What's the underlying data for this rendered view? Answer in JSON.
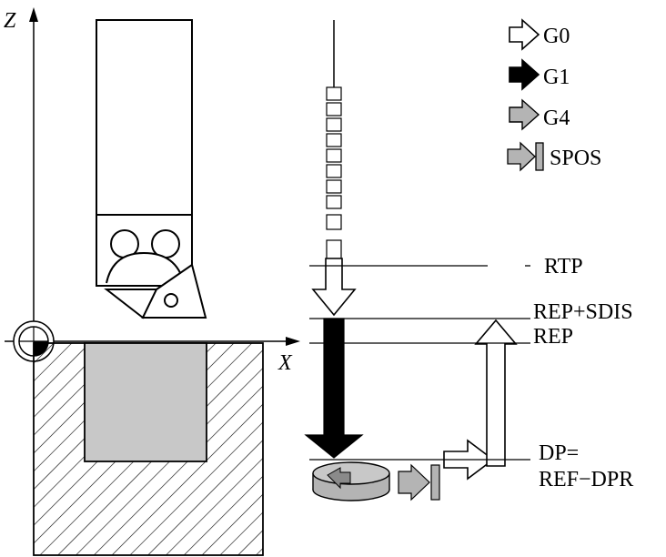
{
  "axes": {
    "z_label": "Z",
    "x_label": "X"
  },
  "legend": [
    {
      "label": "G0",
      "icon": "hollow-arrow-icon"
    },
    {
      "label": "G1",
      "icon": "solid-black-arrow-icon"
    },
    {
      "label": "G4",
      "icon": "gray-arrow-icon"
    },
    {
      "label": "SPOS",
      "icon": "spindle-position-icon"
    }
  ],
  "levels": {
    "rtp": "RTP",
    "rep_sdis": "REP+SDIS",
    "rep": "REP",
    "dp_line1": "DP=",
    "dp_line2": "REF−DPR"
  },
  "colors": {
    "line": "#000000",
    "g0_fill": "#ffffff",
    "g1_fill": "#000000",
    "g4_fill": "#b4b4b4",
    "pocket_fill": "#c8c8c8"
  }
}
